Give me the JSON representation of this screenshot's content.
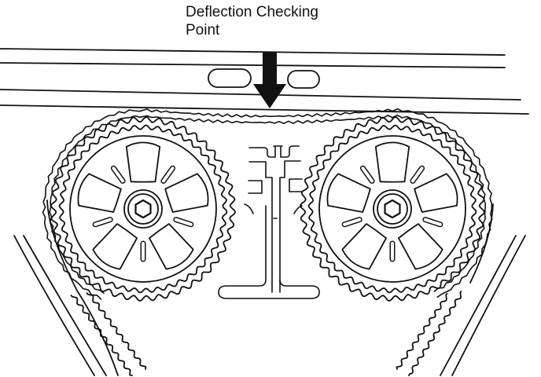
{
  "diagram": {
    "callout": {
      "line1": "Deflection Checking",
      "line2": "Point"
    },
    "colors": {
      "ink": "#111111",
      "paper": "#ffffff"
    },
    "components": [
      "timing-belt",
      "left-camshaft-sprocket",
      "right-camshaft-sprocket",
      "deflection-arrow",
      "center-bracket",
      "cover-rails"
    ]
  }
}
